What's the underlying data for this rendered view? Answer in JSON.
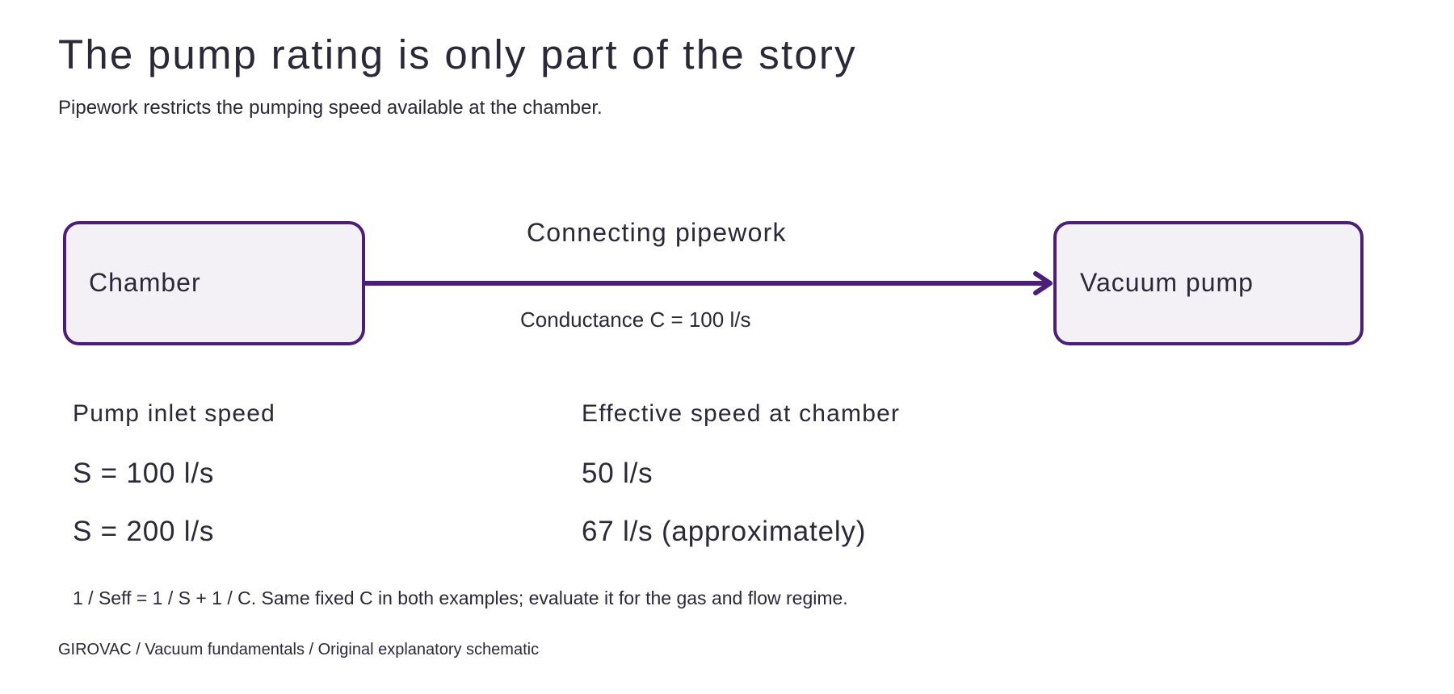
{
  "header": {
    "title": "The pump rating is only part of the story",
    "subtitle": "Pipework restricts the pumping speed available at the chamber."
  },
  "diagram": {
    "chamber_label": "Chamber",
    "pump_label": "Vacuum pump",
    "pipe_label": "Connecting pipework",
    "conductance_label": "Conductance C = 100 l/s",
    "colors": {
      "stroke": "#4b1f78",
      "box_fill": "#f3f1f6",
      "text": "#2b2838"
    }
  },
  "table": {
    "col1_header": "Pump inlet speed",
    "col2_header": "Effective speed at chamber",
    "rows": [
      {
        "inlet": "S = 100 l/s",
        "effective": "50 l/s"
      },
      {
        "inlet": "S = 200 l/s",
        "effective": "67 l/s (approximately)"
      }
    ]
  },
  "note": "1 / Seff = 1 / S + 1 / C. Same fixed C in both examples; evaluate it for the gas and flow regime.",
  "footer": "GIROVAC  /  Vacuum fundamentals  /  Original explanatory schematic"
}
